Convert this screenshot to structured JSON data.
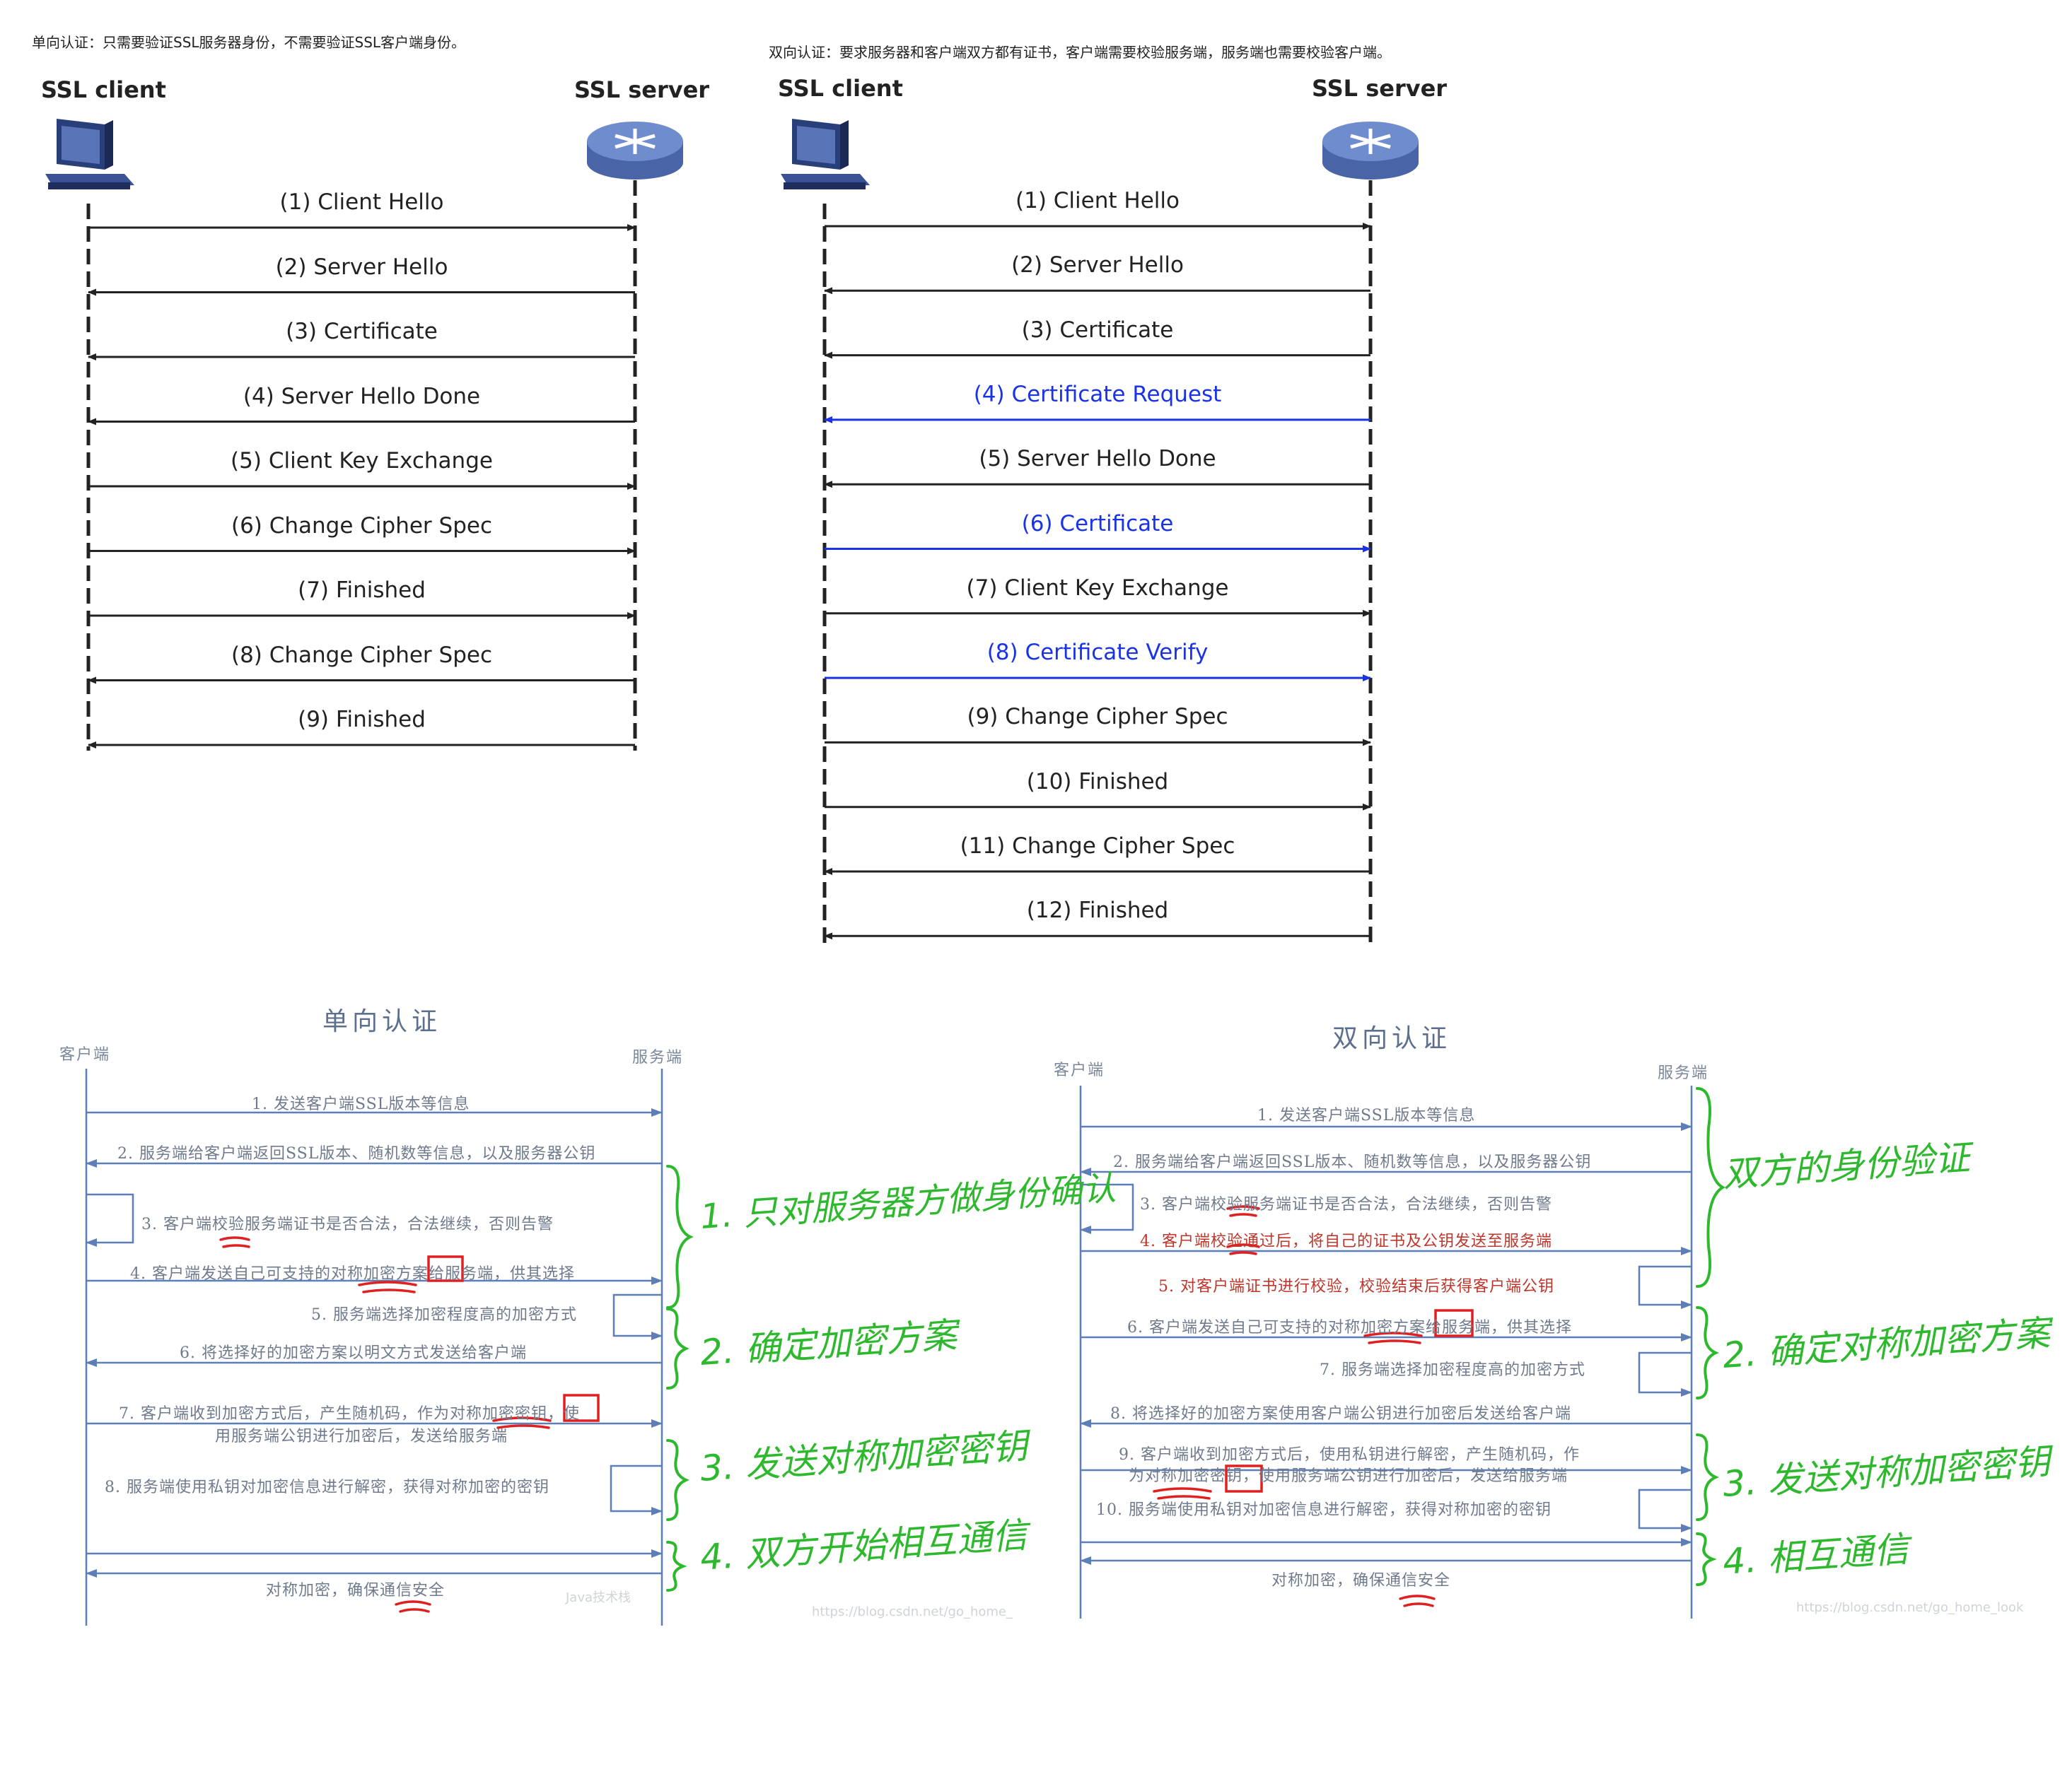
{
  "top_left": {
    "caption": "单向认证：只需要验证SSL服务器身份，不需要验证SSL客户端身份。",
    "client": "SSL client",
    "server": "SSL server",
    "messages": [
      {
        "label": "(1) Client Hello",
        "dir": "right",
        "blue": false
      },
      {
        "label": "(2) Server Hello",
        "dir": "left",
        "blue": false
      },
      {
        "label": "(3) Certificate",
        "dir": "left",
        "blue": false
      },
      {
        "label": "(4) Server Hello Done",
        "dir": "left",
        "blue": false
      },
      {
        "label": "(5) Client Key Exchange",
        "dir": "right",
        "blue": false
      },
      {
        "label": "(6) Change Cipher Spec",
        "dir": "right",
        "blue": false
      },
      {
        "label": "(7) Finished",
        "dir": "right",
        "blue": false
      },
      {
        "label": "(8) Change Cipher Spec",
        "dir": "left",
        "blue": false
      },
      {
        "label": "(9) Finished",
        "dir": "left",
        "blue": false
      }
    ]
  },
  "top_right": {
    "caption": "双向认证：要求服务器和客户端双方都有证书，客户端需要校验服务端，服务端也需要校验客户端。",
    "client": "SSL client",
    "server": "SSL server",
    "messages": [
      {
        "label": "(1) Client Hello",
        "dir": "right",
        "blue": false
      },
      {
        "label": "(2) Server Hello",
        "dir": "left",
        "blue": false
      },
      {
        "label": "(3) Certificate",
        "dir": "left",
        "blue": false
      },
      {
        "label": "(4) Certificate Request",
        "dir": "left",
        "blue": true
      },
      {
        "label": "(5) Server Hello Done",
        "dir": "left",
        "blue": false
      },
      {
        "label": "(6) Certificate",
        "dir": "right",
        "blue": true
      },
      {
        "label": "(7) Client Key Exchange",
        "dir": "right",
        "blue": false
      },
      {
        "label": "(8) Certificate Verify",
        "dir": "right",
        "blue": true
      },
      {
        "label": "(9) Change Cipher Spec",
        "dir": "right",
        "blue": false
      },
      {
        "label": "(10) Finished",
        "dir": "right",
        "blue": false
      },
      {
        "label": "(11) Change Cipher Spec",
        "dir": "left",
        "blue": false
      },
      {
        "label": "(12) Finished",
        "dir": "left",
        "blue": false
      }
    ]
  },
  "bottom_left": {
    "title": "单向认证",
    "client": "客户端",
    "server": "服务端",
    "steps": {
      "s1": "1. 发送客户端SSL版本等信息",
      "s2": "2. 服务端给客户端返回SSL版本、随机数等信息，以及服务器公钥",
      "s3": "3. 客户端校验服务端证书是否合法，合法继续，否则告警",
      "s4": "4. 客户端发送自己可支持的对称加密方案给服务端，供其选择",
      "s5": "5. 服务端选择加密程度高的加密方式",
      "s6": "6. 将选择好的加密方案以明文方式发送给客户端",
      "s7a": "7. 客户端收到加密方式后，产生随机码，作为对称加密密钥，使",
      "s7b": "用服务端公钥进行加密后，发送给服务端",
      "s8": "8. 服务端使用私钥对加密信息进行解密，获得对称加密的密钥",
      "s9": "对称加密，确保通信安全"
    },
    "notes": {
      "n1": "1. 只对服务器方做身份确认",
      "n2": "2. 确定加密方案",
      "n3": "3. 发送对称加密密钥",
      "n4": "4. 双方开始相互通信"
    },
    "watermark1": "Java技术栈",
    "watermark2": "https://blog.csdn.net/go_home_"
  },
  "bottom_right": {
    "title": "双向认证",
    "client": "客户端",
    "server": "服务端",
    "steps": {
      "s1": "1. 发送客户端SSL版本等信息",
      "s2": "2. 服务端给客户端返回SSL版本、随机数等信息，以及服务器公钥",
      "s3": "3. 客户端校验服务端证书是否合法，合法继续，否则告警",
      "s4": "4. 客户端校验通过后，将自己的证书及公钥发送至服务端",
      "s5": "5. 对客户端证书进行校验，校验结束后获得客户端公钥",
      "s6": "6. 客户端发送自己可支持的对称加密方案给服务端，供其选择",
      "s7": "7. 服务端选择加密程度高的加密方式",
      "s8": "8. 将选择好的加密方案使用客户端公钥进行加密后发送给客户端",
      "s9a": "9. 客户端收到加密方式后，使用私钥进行解密，产生随机码，作",
      "s9b": "为对称加密密钥，使用服务端公钥进行加密后，发送给服务端",
      "s10": "10. 服务端使用私钥对加密信息进行解密，获得对称加密的密钥",
      "s11": "对称加密，确保通信安全"
    },
    "notes": {
      "n1": "双方的身份验证",
      "n2": "2. 确定对称加密方案",
      "n3": "3. 发送对称加密密钥",
      "n4": "4. 相互通信"
    },
    "watermark": "https://blog.csdn.net/go_home_look"
  },
  "colors": {
    "blue": "#1a33e6",
    "black": "#222222",
    "green": "#2eb82e",
    "red": "#e02020",
    "steel": "#5c6f8c"
  }
}
